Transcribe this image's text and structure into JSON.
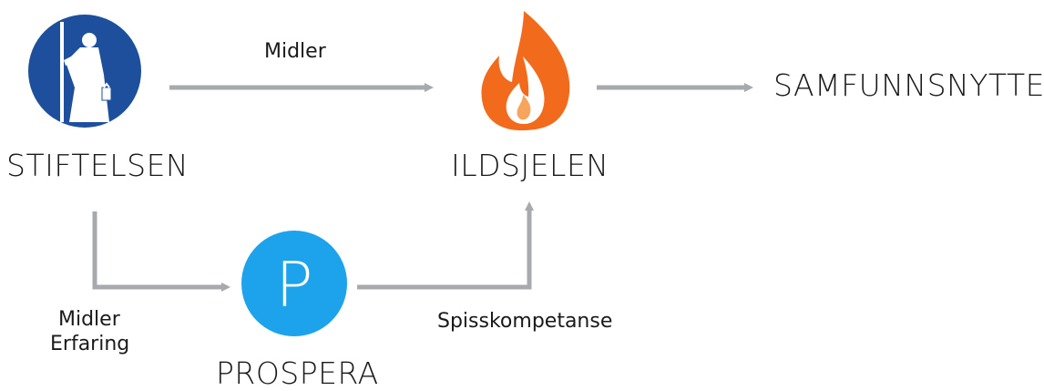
{
  "nodes": {
    "stiftelsen": {
      "label": "STIFTELSEN",
      "icon": "lantern-bearer-icon",
      "color": "#1d4f9c"
    },
    "ildsjelen": {
      "label": "ILDSJELEN",
      "icon": "flame-icon",
      "color": "#f26a1b"
    },
    "prospera": {
      "label": "PROSPERA",
      "icon": "p-letter-icon",
      "icon_letter": "P",
      "color": "#1ca3ec"
    },
    "samfunnsnytte": {
      "label": "SAMFUNNSNYTTE"
    }
  },
  "edges": {
    "stiftelsen_ildsjelen": {
      "label": "Midler"
    },
    "stiftelsen_prospera": {
      "label_line1": "Midler",
      "label_line2": "Erfaring"
    },
    "prospera_ildsjelen": {
      "label": "Spisskompetanse"
    },
    "ildsjelen_samfunnsnytte": {
      "label": ""
    }
  },
  "arrow_color": "#a7a9ac"
}
